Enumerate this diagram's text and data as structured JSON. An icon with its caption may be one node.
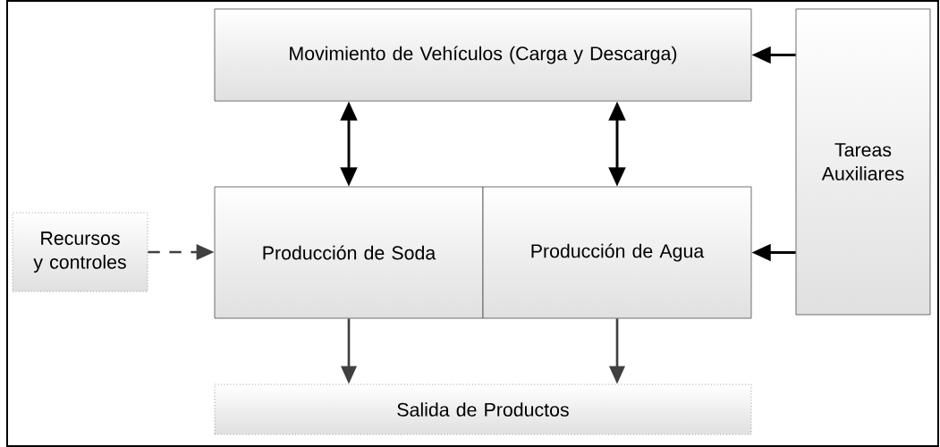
{
  "diagram": {
    "nodes": [
      {
        "text": [
          "Movimiento de Vehículos (Carga y Descarga)"
        ]
      },
      {
        "text": [
          "Tareas Auxiliares"
        ]
      },
      {
        "text": [
          "Recursos y controles"
        ]
      },
      {
        "text": [
          "Producción de Soda"
        ]
      },
      {
        "text": [
          "Producción de Agua"
        ]
      },
      {
        "text": [
          "Salida de Productos"
        ]
      }
    ],
    "edges": [
      {
        "from": 1,
        "to": 0,
        "arrow": "to"
      },
      {
        "from": 0,
        "to": 3,
        "arrow": "both"
      },
      {
        "from": 0,
        "to": 4,
        "arrow": "both"
      },
      {
        "from": 2,
        "to": 3,
        "arrow": "to",
        "style": "dashed",
        "color": "#404040"
      },
      {
        "from": 1,
        "to": 4,
        "arrow": "to"
      },
      {
        "from": 3,
        "to": 5,
        "arrow": "to",
        "color": "#404040"
      },
      {
        "from": 4,
        "to": 5,
        "arrow": "to",
        "color": "#404040"
      }
    ]
  }
}
